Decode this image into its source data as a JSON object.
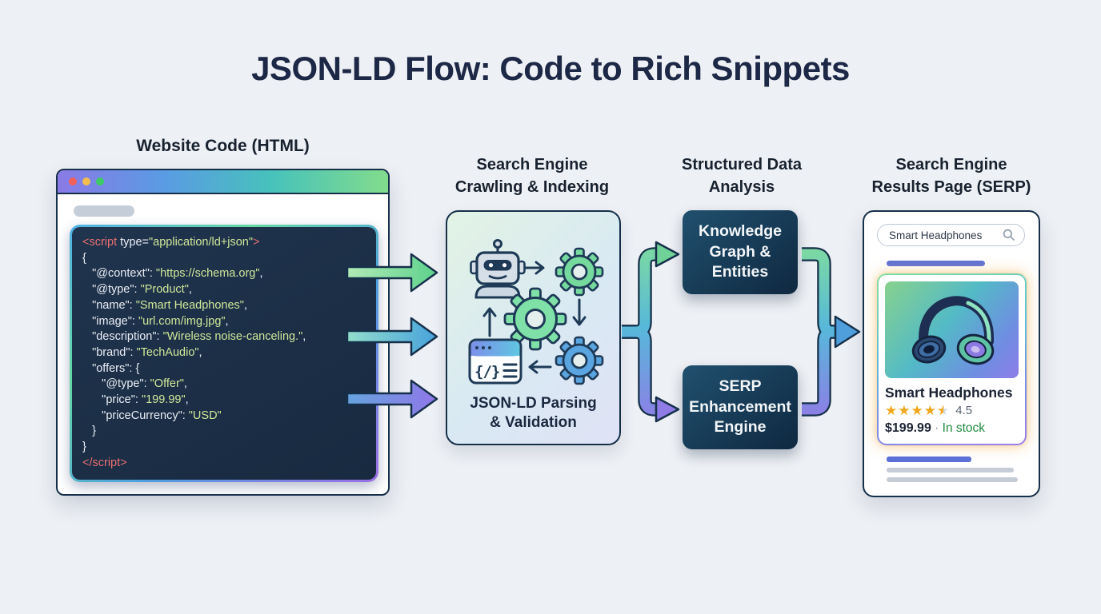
{
  "title": "JSON-LD Flow: Code to Rich Snippets",
  "headings": {
    "code_panel": "Website Code (HTML)",
    "crawling": "Search Engine\nCrawling & Indexing",
    "analysis": "Structured Data\nAnalysis",
    "serp": "Search Engine\nResults Page (SERP)"
  },
  "code": {
    "lines": [
      [
        {
          "c": "tag",
          "t": "<script "
        },
        {
          "c": "plain",
          "t": "type="
        },
        {
          "c": "str",
          "t": "\"application/ld+json\""
        },
        {
          "c": "tag",
          "t": ">"
        }
      ],
      [
        {
          "c": "plain",
          "t": "{"
        }
      ],
      [
        {
          "c": "plain",
          "t": "   \"@context\": "
        },
        {
          "c": "str",
          "t": "\"https://schema.org\""
        },
        {
          "c": "plain",
          "t": ","
        }
      ],
      [
        {
          "c": "plain",
          "t": "   \"@type\": "
        },
        {
          "c": "str",
          "t": "\"Product\""
        },
        {
          "c": "plain",
          "t": ","
        }
      ],
      [
        {
          "c": "plain",
          "t": "   \"name\": "
        },
        {
          "c": "str",
          "t": "\"Smart Headphones\""
        },
        {
          "c": "plain",
          "t": ","
        }
      ],
      [
        {
          "c": "plain",
          "t": "   \"image\": "
        },
        {
          "c": "str",
          "t": "\"url.com/img.jpg\""
        },
        {
          "c": "plain",
          "t": ","
        }
      ],
      [
        {
          "c": "plain",
          "t": "   \"description\": "
        },
        {
          "c": "str",
          "t": "\"Wireless noise-canceling.\""
        },
        {
          "c": "plain",
          "t": ","
        }
      ],
      [
        {
          "c": "plain",
          "t": "   \"brand\": "
        },
        {
          "c": "str",
          "t": "\"TechAudio\""
        },
        {
          "c": "plain",
          "t": ","
        }
      ],
      [
        {
          "c": "plain",
          "t": "   \"offers\": {"
        }
      ],
      [
        {
          "c": "plain",
          "t": "      \"@type\": "
        },
        {
          "c": "str",
          "t": "\"Offer\""
        },
        {
          "c": "plain",
          "t": ","
        }
      ],
      [
        {
          "c": "plain",
          "t": "      \"price\": "
        },
        {
          "c": "str",
          "t": "\"199.99\""
        },
        {
          "c": "plain",
          "t": ","
        }
      ],
      [
        {
          "c": "plain",
          "t": "      \"priceCurrency\": "
        },
        {
          "c": "str",
          "t": "\"USD\""
        }
      ],
      [
        {
          "c": "plain",
          "t": "   }"
        }
      ],
      [
        {
          "c": "plain",
          "t": "}"
        }
      ],
      [
        {
          "c": "tag",
          "t": "</script>"
        }
      ]
    ]
  },
  "flow_boxes": {
    "parsing_label": "JSON-LD Parsing\n& Validation",
    "knowledge_graph": "Knowledge\nGraph &\nEntities",
    "serp_engine": "SERP\nEnhancement\nEngine"
  },
  "serp": {
    "search_query": "Smart Headphones",
    "product": {
      "name": "Smart Headphones",
      "rating_value": "4.5",
      "rating_max": 5,
      "price": "$199.99",
      "separator": "·",
      "availability": "In stock"
    }
  },
  "icons": {
    "window_controls": "traffic-light-dots",
    "search": "magnifier",
    "crawler": "robot",
    "processing": "gears",
    "parser": "code-window",
    "product_image": "headphones-illustration"
  },
  "palette": {
    "background": "#edf0f4",
    "outline_navy": "#16304a",
    "title_text": "#1d2746",
    "code_background": "#1c2f47",
    "code_tag": "#e87070",
    "code_string": "#cfe89a",
    "code_plain": "#e9edf4",
    "dark_box": "#14364f",
    "accent_bar_blue": "#5b6fd6",
    "star_orange": "#f2a71b",
    "stock_green": "#1d8a3e",
    "traffic_red": "#f2605a",
    "traffic_yellow": "#f3bd4e",
    "traffic_green": "#3ecb67"
  }
}
